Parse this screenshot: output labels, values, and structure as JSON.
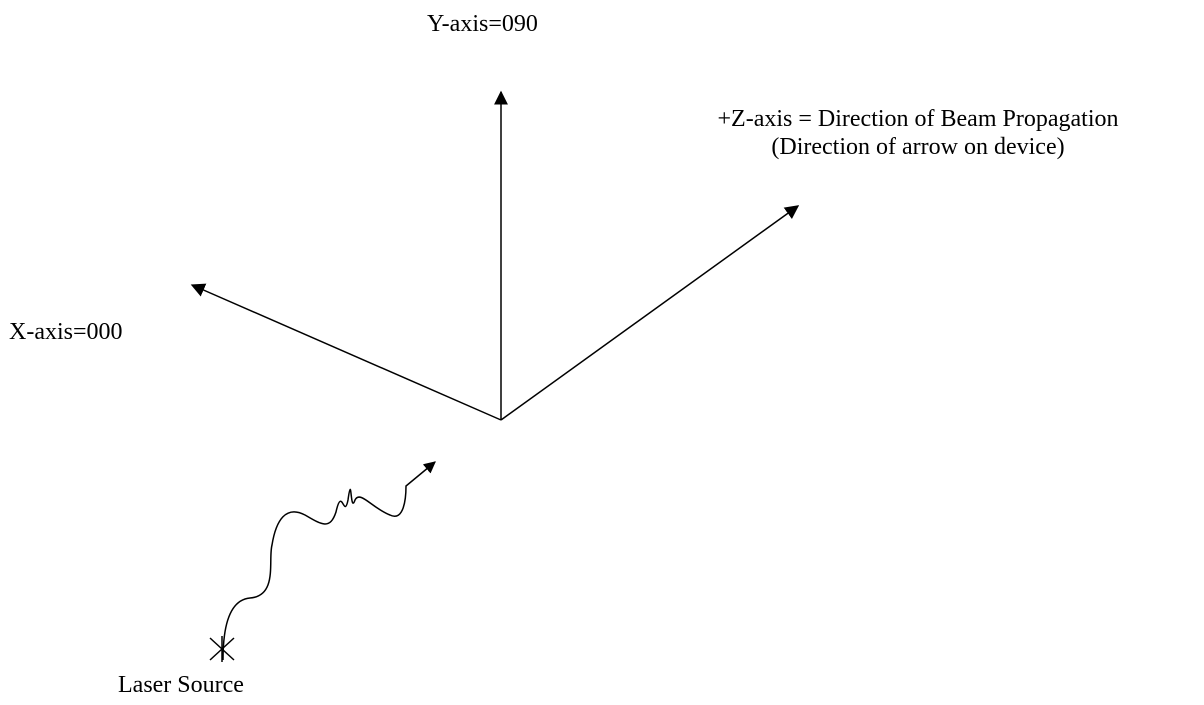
{
  "diagram": {
    "y_axis_label": "Y-axis=090",
    "x_axis_label": "X-axis=000",
    "z_axis_label_line1": "+Z-axis = Direction of Beam Propagation",
    "z_axis_label_line2": "(Direction of arrow on device)",
    "laser_source_label": "Laser Source",
    "line_color": "#000000",
    "background_color": "#ffffff"
  }
}
